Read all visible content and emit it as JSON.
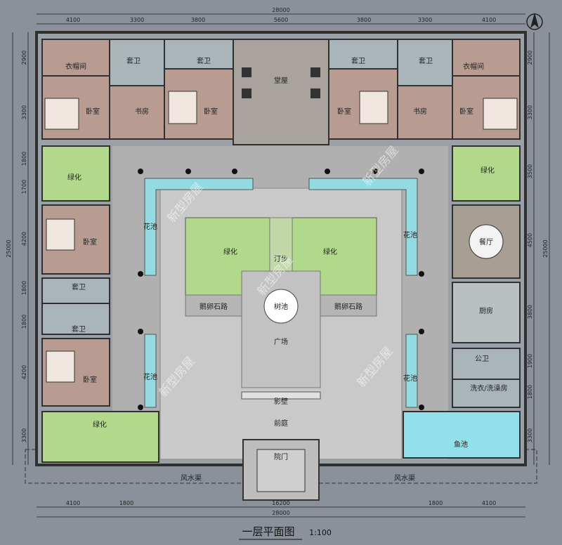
{
  "title": "一层平面图",
  "scale": "1:100",
  "watermark": "新型房屋",
  "compass": "N",
  "colors": {
    "background": "#8a919a",
    "bedroom": "#b89c92",
    "bathroom": "#a9b5b8",
    "hall": "#a8a39d",
    "greenery": "#b2d88c",
    "flowerbed": "#92dbe3",
    "courtyard": "#c9c9c9",
    "fishpond": "#92e1ea",
    "dining": "#a79f93",
    "kitchen": "#b8c0c2",
    "wall": "#303030"
  },
  "rooms": {
    "cloakroom_left": "衣帽间",
    "bath_ne_left": "套卫",
    "bath_mid_left": "套卫",
    "bedroom_nw": "卧室",
    "study_left": "书房",
    "bedroom_n2": "卧室",
    "main_hall": "堂屋",
    "bedroom_n3": "卧室",
    "study_right": "书房",
    "bedroom_ne": "卧室",
    "bath_mid_right": "套卫",
    "bath_ne_right": "套卫",
    "cloakroom_right": "衣帽间",
    "green_nw": "绿化",
    "green_ne": "绿化",
    "bedroom_w1": "卧室",
    "bath_w1": "套卫",
    "bath_w2": "套卫",
    "bedroom_w2": "卧室",
    "dining": "餐厅",
    "kitchen": "厨房",
    "public_bath": "公卫",
    "laundry": "洗衣/洗澡房",
    "green_sw": "绿化",
    "fish_pond": "鱼池",
    "flowerbed_nw": "花池",
    "flowerbed_ne": "花池",
    "flowerbed_sw": "花池",
    "flowerbed_se": "花池",
    "green_center_left": "绿化",
    "green_center_right": "绿化",
    "path": "汀步",
    "cobble_left": "鹅卵石路",
    "cobble_right": "鹅卵石路",
    "tree_pool": "树池",
    "plaza": "广场",
    "screen_wall": "影壁",
    "front_yard": "前庭",
    "gate": "院门",
    "drain_left": "风水渠",
    "drain_right": "风水渠"
  },
  "dimensions": {
    "top_total": "28000",
    "top_segments": [
      "4100",
      "3300",
      "3800",
      "5600",
      "3800",
      "3300",
      "4100"
    ],
    "bottom_segments": [
      "4100",
      "1800",
      "16200",
      "1800",
      "4100"
    ],
    "bottom_total": "28000",
    "left_total": "25000",
    "left_segments": [
      "2900",
      "3300",
      "1800",
      "1700",
      "4200",
      "1800",
      "1800",
      "4200",
      "3300"
    ],
    "right_total": "25000",
    "right_segments": [
      "2900",
      "3300",
      "3500",
      "4500",
      "3800",
      "1900",
      "1800",
      "3300"
    ]
  }
}
